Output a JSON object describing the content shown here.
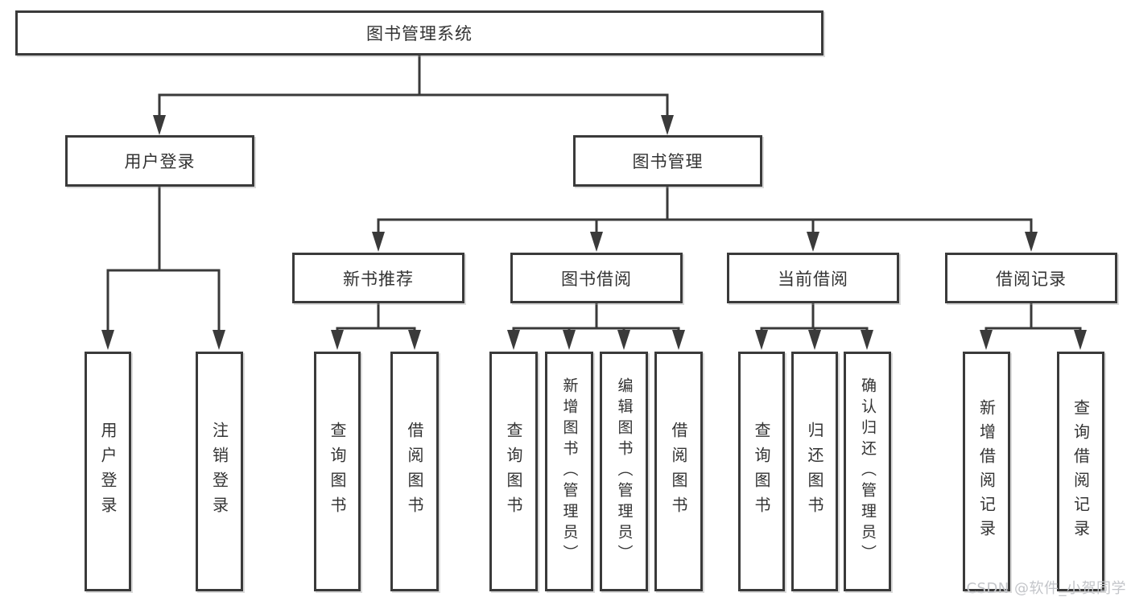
{
  "diagram": {
    "title": "图书管理系统",
    "root": {
      "label": "图书管理系统"
    },
    "branches": [
      {
        "label": "用户登录",
        "children": [
          {
            "label": "用户登录"
          },
          {
            "label": "注销登录"
          }
        ]
      },
      {
        "label": "图书管理",
        "sections": [
          {
            "label": "新书推荐",
            "children": [
              {
                "label": "查询图书"
              },
              {
                "label": "借阅图书"
              }
            ]
          },
          {
            "label": "图书借阅",
            "children": [
              {
                "label": "查询图书"
              },
              {
                "label": "新增图书（管理员）"
              },
              {
                "label": "编辑图书（管理员）"
              },
              {
                "label": "借阅图书"
              }
            ]
          },
          {
            "label": "当前借阅",
            "children": [
              {
                "label": "查询图书"
              },
              {
                "label": "归还图书"
              },
              {
                "label": "确认归还（管理员）"
              }
            ]
          },
          {
            "label": "借阅记录",
            "children": [
              {
                "label": "新增借阅记录"
              },
              {
                "label": "查询借阅记录"
              }
            ]
          }
        ]
      }
    ]
  },
  "watermark": {
    "text": "CSDN @软件_小贺同学"
  },
  "colors": {
    "line": "#3a3a3a",
    "box_border": "#3a3a3a",
    "box_fill": "#ffffff",
    "text": "#333333",
    "background": "#ffffff",
    "watermark": "#c3c5c9"
  }
}
